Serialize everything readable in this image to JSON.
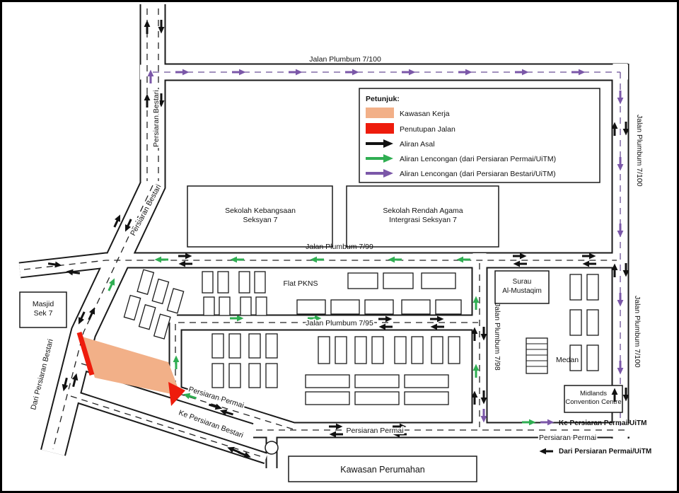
{
  "colors": {
    "work_area": "#f2b088",
    "closure": "#ee1c0c",
    "black": "#111111",
    "green": "#2fae52",
    "purple": "#7b57a8"
  },
  "legend": {
    "title": "Petunjuk:",
    "items": [
      {
        "label": "Kawasan Kerja",
        "type": "swatch",
        "color": "#f2b088"
      },
      {
        "label": "Penutupan Jalan",
        "type": "swatch",
        "color": "#ee1c0c"
      },
      {
        "label": "Aliran Asal",
        "type": "arrow",
        "color": "#111111"
      },
      {
        "label": "Aliran Lencongan (dari Persiaran Permai/UiTM)",
        "type": "arrow",
        "color": "#2fae52"
      },
      {
        "label": "Aliran Lencongan (dari Persiaran Bestari/UiTM)",
        "type": "arrow",
        "color": "#7b57a8"
      }
    ]
  },
  "roads": {
    "top": "Jalan Plumbum 7/100",
    "right_upper": "Jalan Plumbum 7/100",
    "right_lower": "Jalan Plumbum 7/100",
    "middle": "Jalan Plumbum 7/99",
    "lower": "Jalan Plumbum 7/95",
    "vertical": "Jalan Plumbum 7/98",
    "bestari_top": "Persiaran Bestari",
    "bestari_diag": "Persiaran Bestari",
    "dari_bestari": "Dari Persiaran Bestari",
    "ke_bestari": "Ke Persiaran Bestari",
    "permai_diag": "Persiaran Permai",
    "permai_bottom": "Persiaran Permai",
    "permai_right": "Persiaran Permai",
    "ke_permai": "Ke Persiaran Permai/UiTM",
    "dari_permai": "Dari  Persiaran Permai/UiTM"
  },
  "places": {
    "sk": {
      "line1": "Sekolah Kebangsaan",
      "line2": "Seksyan 7"
    },
    "sra": {
      "line1": "Sekolah Rendah Agama",
      "line2": "Intergrasi Seksyan 7"
    },
    "masjid": {
      "line1": "Masjid",
      "line2": "Sek 7"
    },
    "flat": "Flat PKNS",
    "surau": {
      "line1": "Surau",
      "line2": "Al-Mustaqim"
    },
    "medan": "Medan",
    "midlands": {
      "line1": "Midlands",
      "line2": "Convention Centre"
    },
    "perumahan": "Kawasan Perumahan"
  },
  "arrows": [
    [
      258,
      102,
      0,
      "p"
    ],
    [
      338,
      102,
      0,
      "p"
    ],
    [
      418,
      102,
      0,
      "p"
    ],
    [
      498,
      102,
      0,
      "p"
    ],
    [
      578,
      102,
      0,
      "p"
    ],
    [
      658,
      102,
      0,
      "p"
    ],
    [
      738,
      102,
      0,
      "p"
    ],
    [
      818,
      102,
      0,
      "p"
    ],
    [
      213,
      108,
      -90,
      "p"
    ],
    [
      208,
      38,
      -90,
      "k"
    ],
    [
      228,
      38,
      90,
      "k"
    ],
    [
      208,
      142,
      -90,
      "k"
    ],
    [
      228,
      142,
      90,
      "k"
    ],
    [
      166,
      312,
      -65,
      "k"
    ],
    [
      181,
      319,
      115,
      "k"
    ],
    [
      158,
      402,
      -65,
      "g"
    ],
    [
      115,
      450,
      115,
      "k"
    ],
    [
      130,
      443,
      -65,
      "k"
    ],
    [
      92,
      544,
      104,
      "k"
    ],
    [
      106,
      537,
      -76,
      "k"
    ],
    [
      78,
      374,
      8,
      "k"
    ],
    [
      103,
      385,
      188,
      "k"
    ],
    [
      228,
      367,
      180,
      "g"
    ],
    [
      335,
      367,
      180,
      "g"
    ],
    [
      448,
      367,
      180,
      "g"
    ],
    [
      558,
      367,
      180,
      "g"
    ],
    [
      655,
      367,
      180,
      "g"
    ],
    [
      262,
      362,
      0,
      "k"
    ],
    [
      262,
      373,
      180,
      "k"
    ],
    [
      735,
      362,
      0,
      "k"
    ],
    [
      735,
      373,
      180,
      "k"
    ],
    [
      833,
      362,
      0,
      "k"
    ],
    [
      833,
      373,
      180,
      "k"
    ],
    [
      877,
      138,
      90,
      "p"
    ],
    [
      877,
      232,
      90,
      "p"
    ],
    [
      877,
      326,
      90,
      "p"
    ],
    [
      877,
      424,
      90,
      "p"
    ],
    [
      877,
      520,
      90,
      "p"
    ],
    [
      869,
      182,
      -90,
      "k"
    ],
    [
      885,
      182,
      90,
      "k"
    ],
    [
      869,
      382,
      -90,
      "k"
    ],
    [
      885,
      382,
      90,
      "k"
    ],
    [
      869,
      558,
      -90,
      "k"
    ],
    [
      885,
      558,
      90,
      "k"
    ],
    [
      335,
      450,
      0,
      "g"
    ],
    [
      445,
      450,
      0,
      "g"
    ],
    [
      545,
      451,
      0,
      "k"
    ],
    [
      545,
      462,
      180,
      "k"
    ],
    [
      618,
      451,
      0,
      "k"
    ],
    [
      618,
      462,
      180,
      "k"
    ],
    [
      249,
      512,
      -90,
      "g"
    ],
    [
      268,
      560,
      197,
      "g"
    ],
    [
      673,
      428,
      -90,
      "g"
    ],
    [
      673,
      524,
      -90,
      "g"
    ],
    [
      671,
      472,
      -90,
      "k"
    ],
    [
      684,
      472,
      90,
      "k"
    ],
    [
      671,
      562,
      -90,
      "k"
    ],
    [
      684,
      562,
      90,
      "k"
    ],
    [
      684,
      588,
      90,
      "p"
    ],
    [
      475,
      603,
      0,
      "k"
    ],
    [
      475,
      614,
      180,
      "k"
    ],
    [
      565,
      603,
      0,
      "k"
    ],
    [
      565,
      614,
      180,
      "k"
    ],
    [
      748,
      597,
      0,
      "g"
    ],
    [
      774,
      597,
      0,
      "p"
    ],
    [
      772,
      638,
      180,
      "k"
    ],
    [
      305,
      575,
      17,
      "k"
    ],
    [
      320,
      583,
      197,
      "k"
    ],
    [
      330,
      636,
      202,
      "k"
    ],
    [
      346,
      643,
      22,
      "k"
    ]
  ]
}
